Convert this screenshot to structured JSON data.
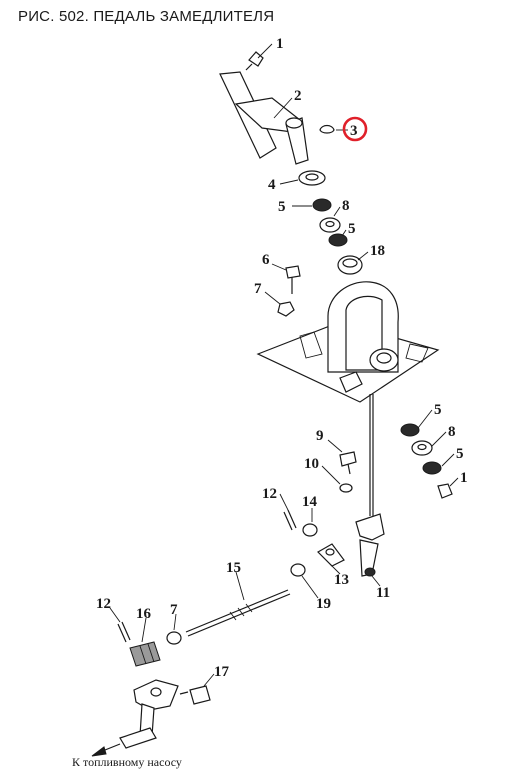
{
  "title": "РИС. 502. ПЕДАЛЬ ЗАМЕДЛИТЕЛЯ",
  "highlight_color": "#e0202a",
  "callouts": [
    {
      "id": "c1a",
      "text": "1"
    },
    {
      "id": "c2",
      "text": "2"
    },
    {
      "id": "c3",
      "text": "3",
      "highlighted": true
    },
    {
      "id": "c4",
      "text": "4"
    },
    {
      "id": "c5a",
      "text": "5"
    },
    {
      "id": "c8a",
      "text": "8"
    },
    {
      "id": "c5b",
      "text": "5"
    },
    {
      "id": "c18",
      "text": "18"
    },
    {
      "id": "c6",
      "text": "6"
    },
    {
      "id": "c7a",
      "text": "7"
    },
    {
      "id": "c5c",
      "text": "5"
    },
    {
      "id": "c8b",
      "text": "8"
    },
    {
      "id": "c5d",
      "text": "5"
    },
    {
      "id": "c1b",
      "text": "1"
    },
    {
      "id": "c9",
      "text": "9"
    },
    {
      "id": "c10",
      "text": "10"
    },
    {
      "id": "c12a",
      "text": "12"
    },
    {
      "id": "c14",
      "text": "14"
    },
    {
      "id": "c13",
      "text": "13"
    },
    {
      "id": "c11",
      "text": "11"
    },
    {
      "id": "c15",
      "text": "15"
    },
    {
      "id": "c19",
      "text": "19"
    },
    {
      "id": "c12b",
      "text": "12"
    },
    {
      "id": "c16",
      "text": "16"
    },
    {
      "id": "c7b",
      "text": "7"
    },
    {
      "id": "c17",
      "text": "17"
    }
  ],
  "arrow_caption": "К топливному насосу"
}
